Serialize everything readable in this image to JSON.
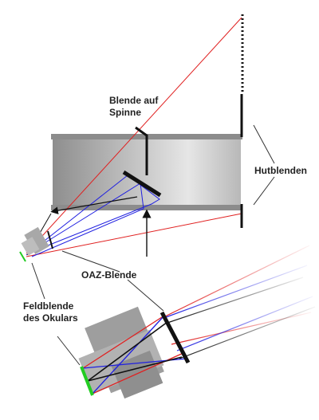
{
  "labels": {
    "spider_stop_line1": "Blende auf",
    "spider_stop_line2": "Spinne",
    "hood_stops": "Hutblenden",
    "oaz_stop": "OAZ-Blende",
    "field_stop_line1": "Feldblende",
    "field_stop_line2": "des Okulars"
  },
  "colors": {
    "tube_dark": "#8e8e8e",
    "tube_light": "#e2e2e2",
    "rim": "#888888",
    "stop": "#111111",
    "ray_red": "#e02020",
    "ray_blue": "#2020e0",
    "ray_black": "#111111",
    "field_stop": "#22cc22",
    "eyepiece": "#a6a6a6",
    "leader": "#333333"
  }
}
